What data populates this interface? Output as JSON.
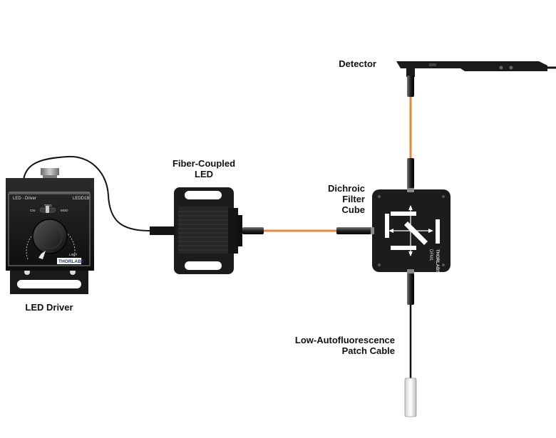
{
  "labels": {
    "detector": "Detector",
    "fiber_led": [
      "Fiber-Coupled",
      "LED"
    ],
    "dichroic": [
      "Dichroic",
      "Filter",
      "Cube"
    ],
    "led_driver": "LED Driver",
    "patch_cable": [
      "Low-Autofluorescence",
      "Patch Cable"
    ]
  },
  "driver_panel": {
    "title_left": "LED - Driver",
    "title_right": "LEDD1B",
    "trig": "TRIG",
    "cw": "CW",
    "mod": "MOD",
    "limit": "LIMIT",
    "brand": "THORLABS"
  },
  "cube_panel": {
    "brand": "THORLABS",
    "model": "DFM1"
  },
  "colors": {
    "fiber_orange": "#e8893a",
    "housing_black": "#1c1c1c",
    "cable_black": "#111111"
  }
}
